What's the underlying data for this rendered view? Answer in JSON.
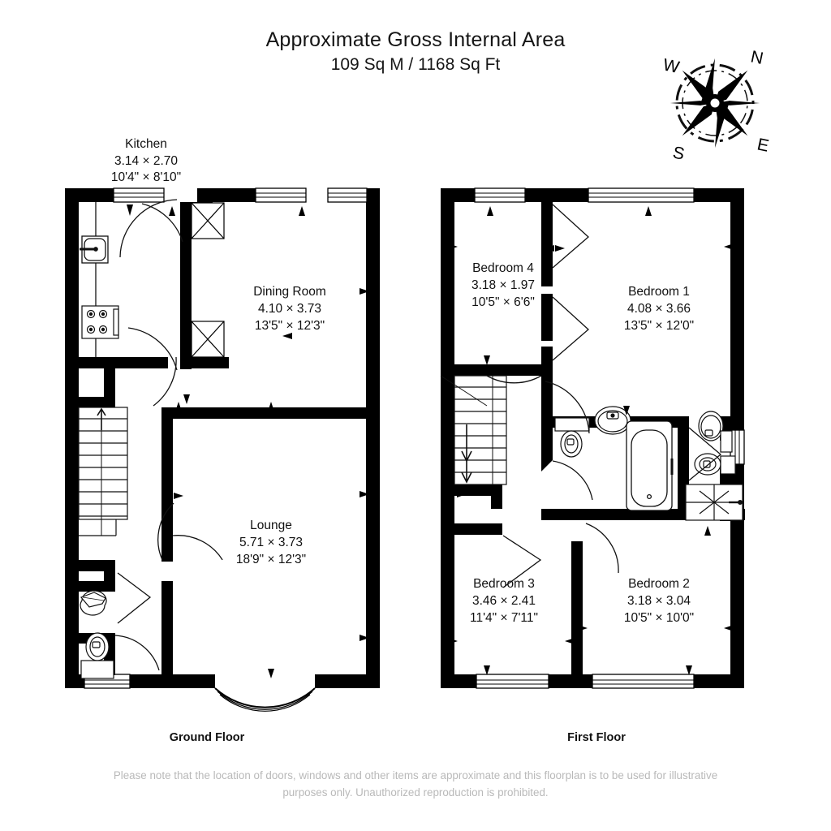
{
  "header": {
    "title": "Approximate Gross Internal Area",
    "subtitle": "109 Sq M / 1168 Sq Ft"
  },
  "compass": {
    "name": "compass-rose",
    "north": "N",
    "east": "E",
    "south": "S",
    "west": "W"
  },
  "floors": [
    {
      "id": "ground",
      "label": "Ground Floor"
    },
    {
      "id": "first",
      "label": "First Floor"
    }
  ],
  "rooms": {
    "kitchen": {
      "name": "Kitchen",
      "metric": "3.14 × 2.70",
      "imperial": "10'4\" × 8'10\""
    },
    "dining": {
      "name": "Dining Room",
      "metric": "4.10 × 3.73",
      "imperial": "13'5\" × 12'3\""
    },
    "lounge": {
      "name": "Lounge",
      "metric": "5.71 × 3.73",
      "imperial": "18'9\" × 12'3\""
    },
    "bedroom4": {
      "name": "Bedroom 4",
      "metric": "3.18 × 1.97",
      "imperial": "10'5\" × 6'6\""
    },
    "bedroom1": {
      "name": "Bedroom 1",
      "metric": "4.08 × 3.66",
      "imperial": "13'5\" × 12'0\""
    },
    "bedroom3": {
      "name": "Bedroom 3",
      "metric": "3.46 × 2.41",
      "imperial": "11'4\" × 7'11\""
    },
    "bedroom2": {
      "name": "Bedroom 2",
      "metric": "3.18 × 3.04",
      "imperial": "10'5\" × 10'0\""
    }
  },
  "disclaimer": {
    "line1": "Please note that the location of doors, windows and other items are approximate and this floorplan is to be used for illustrative",
    "line2": "purposes only. Unauthorized reproduction is prohibited."
  },
  "colors": {
    "wall": "#000000",
    "background": "#ffffff",
    "text": "#111111",
    "disclaimer_text": "#b9b9b9",
    "fixture_stroke": "#1a1a1a"
  },
  "fixtures": {
    "ground": [
      "sink-icon",
      "cooker-hob-icon",
      "staircase-icon",
      "wc-basin-icon",
      "toilet-icon",
      "bay-window-icon"
    ],
    "first": [
      "staircase-icon",
      "toilet-icon",
      "basin-icon",
      "bathtub-icon",
      "ensuite-basin-icon",
      "ensuite-toilet-icon",
      "shower-tray-icon"
    ]
  }
}
